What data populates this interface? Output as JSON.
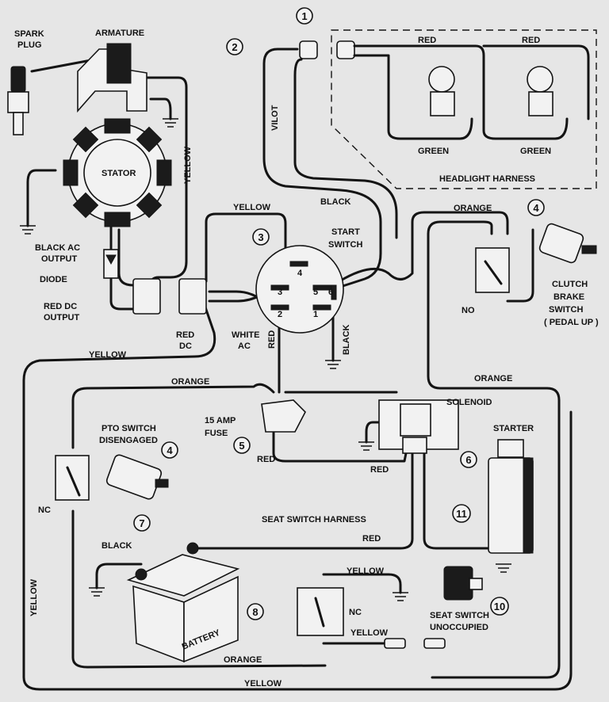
{
  "labels": {
    "spark_plug": "SPARK",
    "spark_plug_2": "PLUG",
    "armature": "ARMATURE",
    "stator": "STATOR",
    "black_ac_output": "BLACK AC",
    "black_ac_output_2": "OUTPUT",
    "diode": "DIODE",
    "red_dc_output": "RED DC",
    "red_dc_output_2": "OUTPUT",
    "yellow_vertical": "YELLOW",
    "vilot": "VILOT",
    "black_upper": "BLACK",
    "yellow_top": "YELLOW",
    "start_switch": "START",
    "start_switch_2": "SWITCH",
    "red_dc": "RED",
    "red_dc_2": "DC",
    "white_ac": "WHITE",
    "white_ac_2": "AC",
    "red_vertical": "RED",
    "black_vertical": "BLACK",
    "yellow_left": "YELLOW",
    "orange_top_right": "ORANGE",
    "clutch_brake_switch": "CLUTCH",
    "clutch_brake_switch_2": "BRAKE",
    "clutch_brake_switch_3": "SWITCH",
    "clutch_brake_switch_4": "( PEDAL UP )",
    "no": "NO",
    "orange_right": "ORANGE",
    "orange_mid": "ORANGE",
    "solenoid": "SOLENOID",
    "starter": "STARTER",
    "fuse": "15 AMP",
    "fuse_2": "FUSE",
    "red_fuse": "RED",
    "red_solenoid": "RED",
    "pto_switch": "PTO SWITCH",
    "pto_switch_2": "DISENGAGED",
    "nc_left": "NC",
    "seat_switch_harness": "SEAT SWITCH HARNESS",
    "red_battery": "RED",
    "black_battery": "BLACK",
    "battery": "BATTERY",
    "yellow_seat_top": "YELLOW",
    "nc_seat": "NC",
    "yellow_seat_bottom": "YELLOW",
    "seat_switch": "SEAT SWITCH",
    "seat_switch_2": "UNOCCUPIED",
    "orange_bottom": "ORANGE",
    "yellow_bottom": "YELLOW",
    "yellow_left_vertical": "YELLOW",
    "red_headlight_1": "RED",
    "red_headlight_2": "RED",
    "green_headlight_1": "GREEN",
    "green_headlight_2": "GREEN",
    "headlight_harness": "HEADLIGHT HARNESS",
    "terminal_1": "1",
    "terminal_2": "2",
    "terminal_3": "3",
    "terminal_4": "4",
    "terminal_5": "5",
    "terminal_6": "6"
  },
  "callouts": {
    "headlight_harness": "1",
    "vilot_wire": "2",
    "start_switch": "3",
    "clutch_brake_switch": "4",
    "pto_switch": "4",
    "fuse": "5",
    "solenoid": "6",
    "battery_cable": "7",
    "battery": "8",
    "seat_switch": "10",
    "starter_cable": "11"
  },
  "colors": {
    "background": "#e6e6e6",
    "line": "#141414"
  }
}
